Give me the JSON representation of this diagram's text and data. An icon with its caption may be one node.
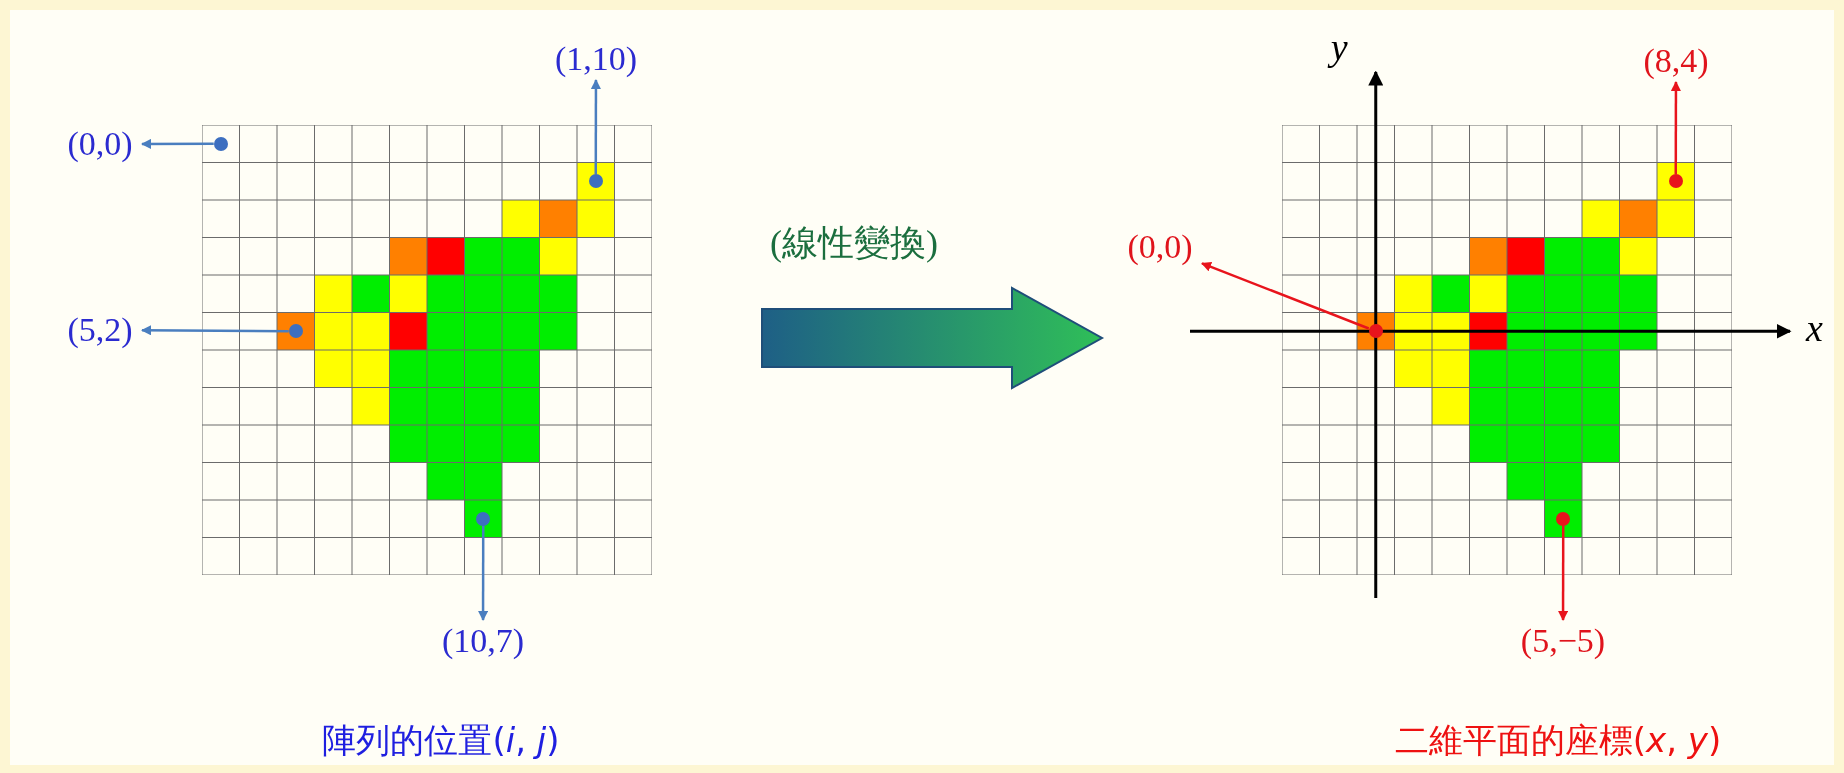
{
  "diagram": {
    "nodes": [
      {
        "text": [],
        "shape": "picture"
      },
      {
        "text": [],
        "shape": "circle",
        "in": 0
      },
      {
        "text": [],
        "shape": "circle",
        "in": 0
      },
      {
        "text": [],
        "shape": "circle",
        "in": 0
      },
      {
        "text": [],
        "shape": "circle",
        "in": 0
      },
      {
        "text": [
          "(0,0)"
        ]
      },
      {
        "text": [
          "(1,10)"
        ]
      },
      {
        "text": [
          "(5,2)"
        ]
      },
      {
        "text": [
          "(10,7)"
        ]
      },
      {
        "text": [],
        "shape": "picture"
      },
      {
        "text": [],
        "shape": "circle",
        "in": 9
      },
      {
        "text": [],
        "shape": "circle",
        "in": 9
      },
      {
        "text": [],
        "shape": "circle",
        "in": 9
      },
      {
        "text": [
          "(0,0)"
        ]
      },
      {
        "text": [
          "(8,4)"
        ]
      },
      {
        "text": [
          "(5,−5)"
        ]
      }
    ],
    "edges": [
      {
        "from": 1,
        "to": 5,
        "arrow": "to",
        "color": "#4a7ebf"
      },
      {
        "from": 2,
        "to": 6,
        "arrow": "to",
        "color": "#4a7ebf"
      },
      {
        "from": 3,
        "to": 7,
        "arrow": "to",
        "color": "#4a7ebf"
      },
      {
        "from": 4,
        "to": 8,
        "arrow": "to",
        "color": "#4a7ebf"
      },
      {
        "from": 0,
        "to": 9,
        "arrow": "to",
        "label": "(線性變換)",
        "style": "thick",
        "color": "#2eb552"
      },
      {
        "from": 10,
        "to": 13,
        "arrow": "to",
        "color": "#e8141c"
      },
      {
        "from": 11,
        "to": 14,
        "arrow": "to",
        "color": "#e8141c"
      },
      {
        "from": 12,
        "to": 15,
        "arrow": "to",
        "color": "#e8141c"
      }
    ],
    "labels": [
      "y",
      "x",
      "陣列的位置(*i*, *j*)",
      "二維平面的座標(*x*, *y*)"
    ]
  }
}
